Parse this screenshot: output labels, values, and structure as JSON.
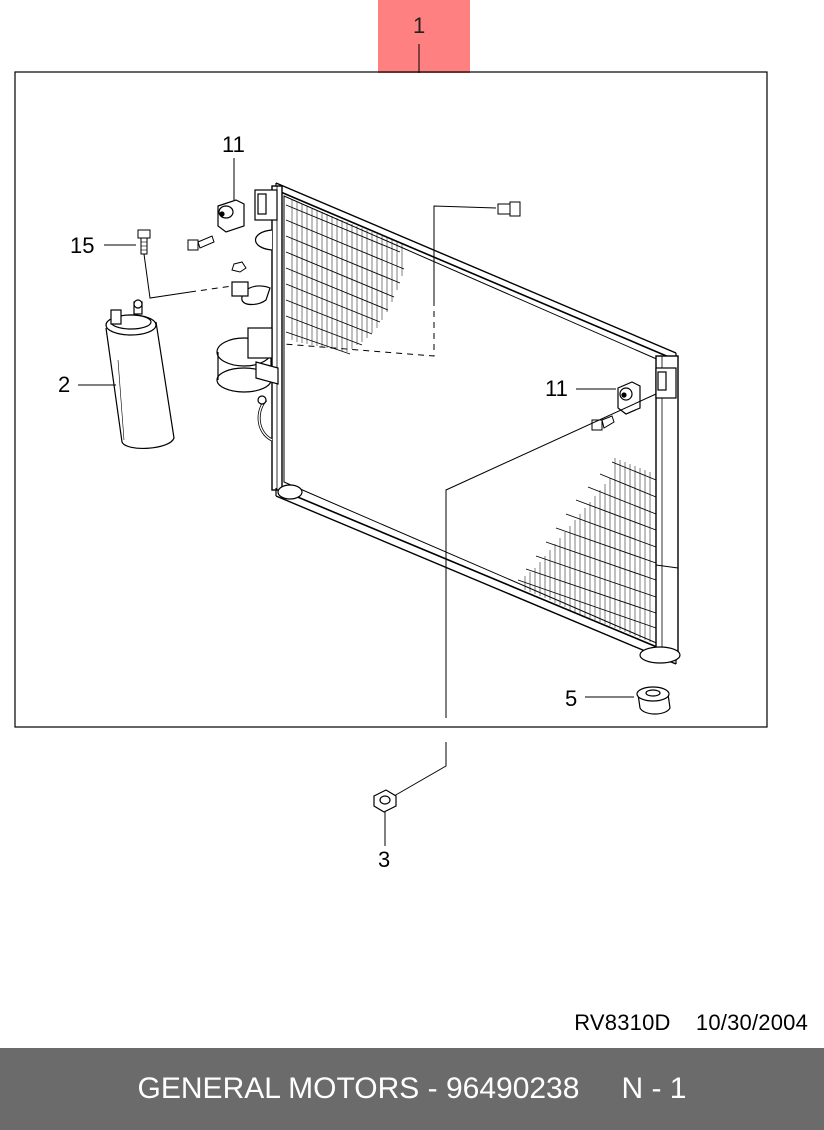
{
  "callouts": {
    "item_1": "1",
    "item_2": "2",
    "item_3": "3",
    "item_5": "5",
    "item_11_left": "11",
    "item_11_right": "11",
    "item_15": "15"
  },
  "document": {
    "reference": "RV8310D",
    "date": "10/30/2004"
  },
  "footer": {
    "brand": "GENERAL MOTORS",
    "separator": "-",
    "part_number": "96490238",
    "page": "N - 1"
  },
  "colors": {
    "highlight": "#ff8080",
    "footer_bg": "#6b6b6b",
    "footer_text": "#ffffff"
  }
}
